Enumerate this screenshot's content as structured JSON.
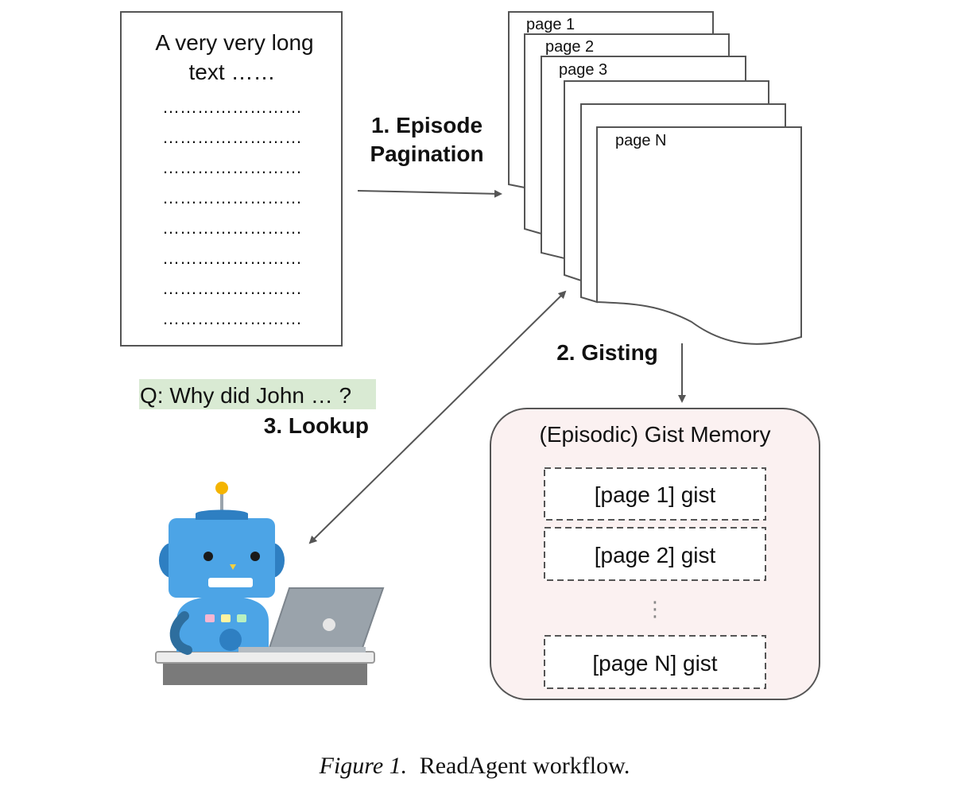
{
  "document": {
    "title": "A very very long",
    "title_line2": "text ……",
    "dotted_line": "……………………"
  },
  "pages": [
    "page 1",
    "page 2",
    "page 3",
    "",
    "",
    "page N"
  ],
  "steps": {
    "pagination_line1": "1. Episode",
    "pagination_line2": "Pagination",
    "gisting": "2. Gisting",
    "lookup": "3. Lookup"
  },
  "question": "Q: Why did John … ?",
  "memory": {
    "title": "(Episodic) Gist Memory",
    "items": [
      "[page 1] gist",
      "[page 2] gist",
      "[page N] gist"
    ],
    "ellipsis": "⋮"
  },
  "caption": {
    "label": "Figure 1.",
    "text": "ReadAgent workflow."
  },
  "colors": {
    "stroke": "#555555",
    "question_bg": "#d9ead3",
    "memory_bg": "#fbf1f1",
    "robot_blue": "#4ca4e6",
    "robot_dark": "#2e7fc2"
  }
}
